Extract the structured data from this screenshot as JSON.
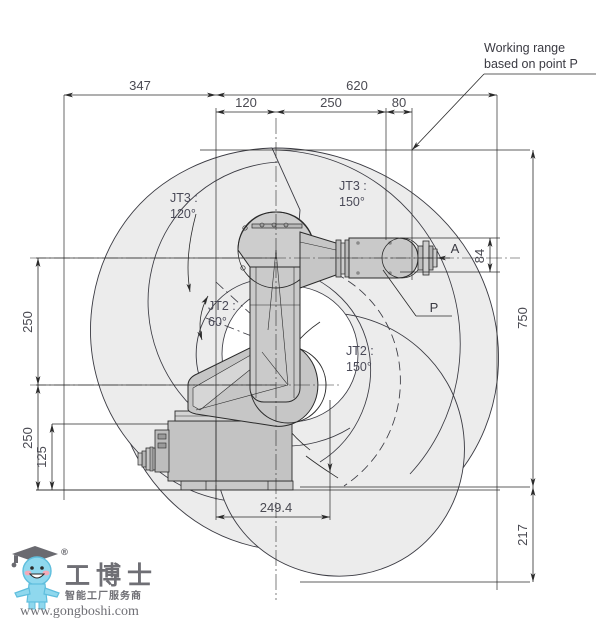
{
  "drawing": {
    "title_note": {
      "line1": "Working range",
      "line2": "based on point P"
    },
    "horizontal_dimensions": [
      {
        "label": "347",
        "value": 347
      },
      {
        "label": "620",
        "value": 620
      },
      {
        "label": "120",
        "value": 120
      },
      {
        "label": "250",
        "value": 250
      },
      {
        "label": "80",
        "value": 80
      },
      {
        "label": "249.4",
        "value": 249.4
      }
    ],
    "vertical_dimensions": [
      {
        "label": "250",
        "value": 250
      },
      {
        "label": "250",
        "value": 250
      },
      {
        "label": "125",
        "value": 125
      },
      {
        "label": "750",
        "value": 750
      },
      {
        "label": "217",
        "value": 217
      },
      {
        "label": "84",
        "value": 84
      }
    ],
    "joint_annotations": [
      {
        "label": "JT3 :",
        "angle": "120°",
        "name": "jt3-120"
      },
      {
        "label": "JT3 :",
        "angle": "150°",
        "name": "jt3-150"
      },
      {
        "label": "JT2 :",
        "angle": "60°",
        "name": "jt2-60"
      },
      {
        "label": "JT2 :",
        "angle": "150°",
        "name": "jt2-150"
      }
    ],
    "point_labels": [
      {
        "label": "P",
        "name": "point-p"
      },
      {
        "label": "A",
        "name": "point-a"
      }
    ],
    "colors": {
      "envelope_fill": "#ececec",
      "envelope_stroke": "#3a3a42",
      "robot_fill": "#c8c8c8",
      "robot_fill_light": "#d8d8d8",
      "dim_line": "#2a2a2a",
      "text": "#4a4a52"
    }
  },
  "watermark": {
    "brand_cn": "工博士",
    "tagline_cn": "智能工厂服务商",
    "url": "www.gongboshi.com",
    "registered_mark": "®"
  }
}
